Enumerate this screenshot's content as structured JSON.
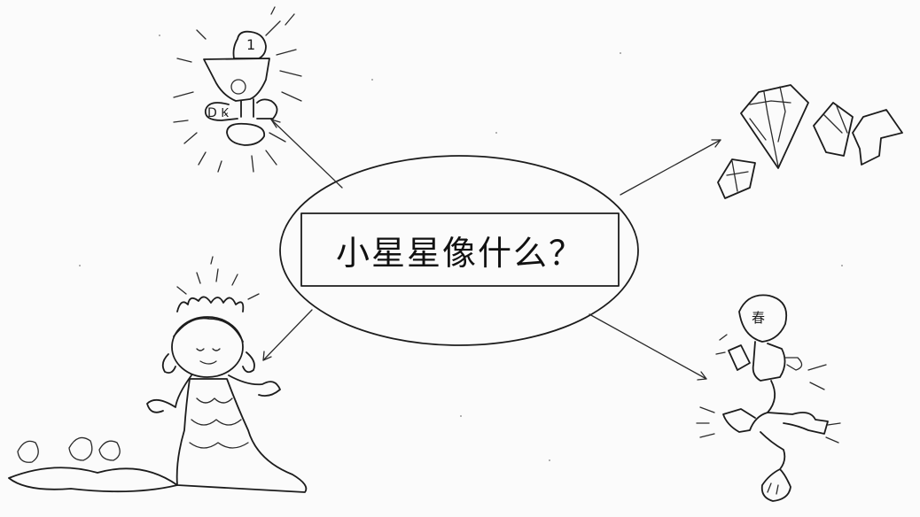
{
  "diagram": {
    "center_question": "小星星像什么？",
    "drawing_labels": {
      "trophy_numeral": "1",
      "trophy_letters": "D Ꝃ",
      "character_glyph": "春"
    },
    "ink_color": "#1c1c1c",
    "paper_color": "#fbfbfb"
  }
}
